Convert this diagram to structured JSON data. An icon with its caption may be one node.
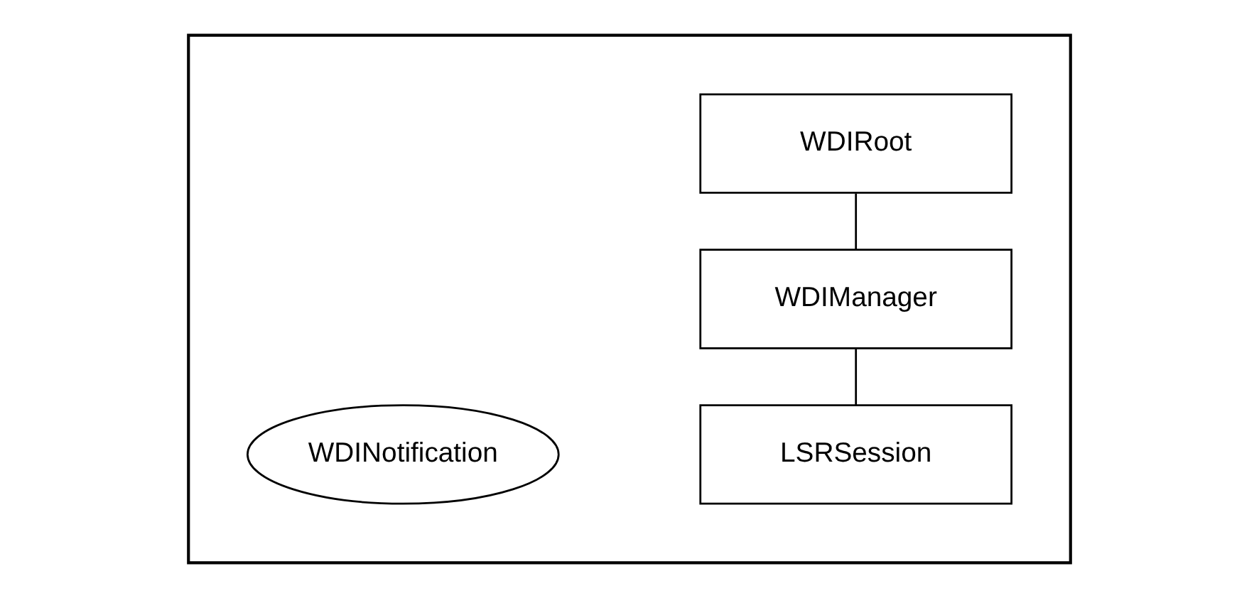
{
  "diagram": {
    "nodes": [
      {
        "text": [],
        "shape": "box"
      },
      {
        "text": [
          "WDIRoot"
        ],
        "in": 0
      },
      {
        "text": [
          "WDIManager"
        ],
        "in": 0
      },
      {
        "text": [
          "LSRSession"
        ],
        "in": 0
      },
      {
        "text": [
          "WDINotification"
        ],
        "in": 0
      }
    ],
    "edges": [
      {
        "from": 1,
        "to": 2,
        "arrow": "none"
      },
      {
        "from": 2,
        "to": 3,
        "arrow": "none"
      }
    ]
  }
}
